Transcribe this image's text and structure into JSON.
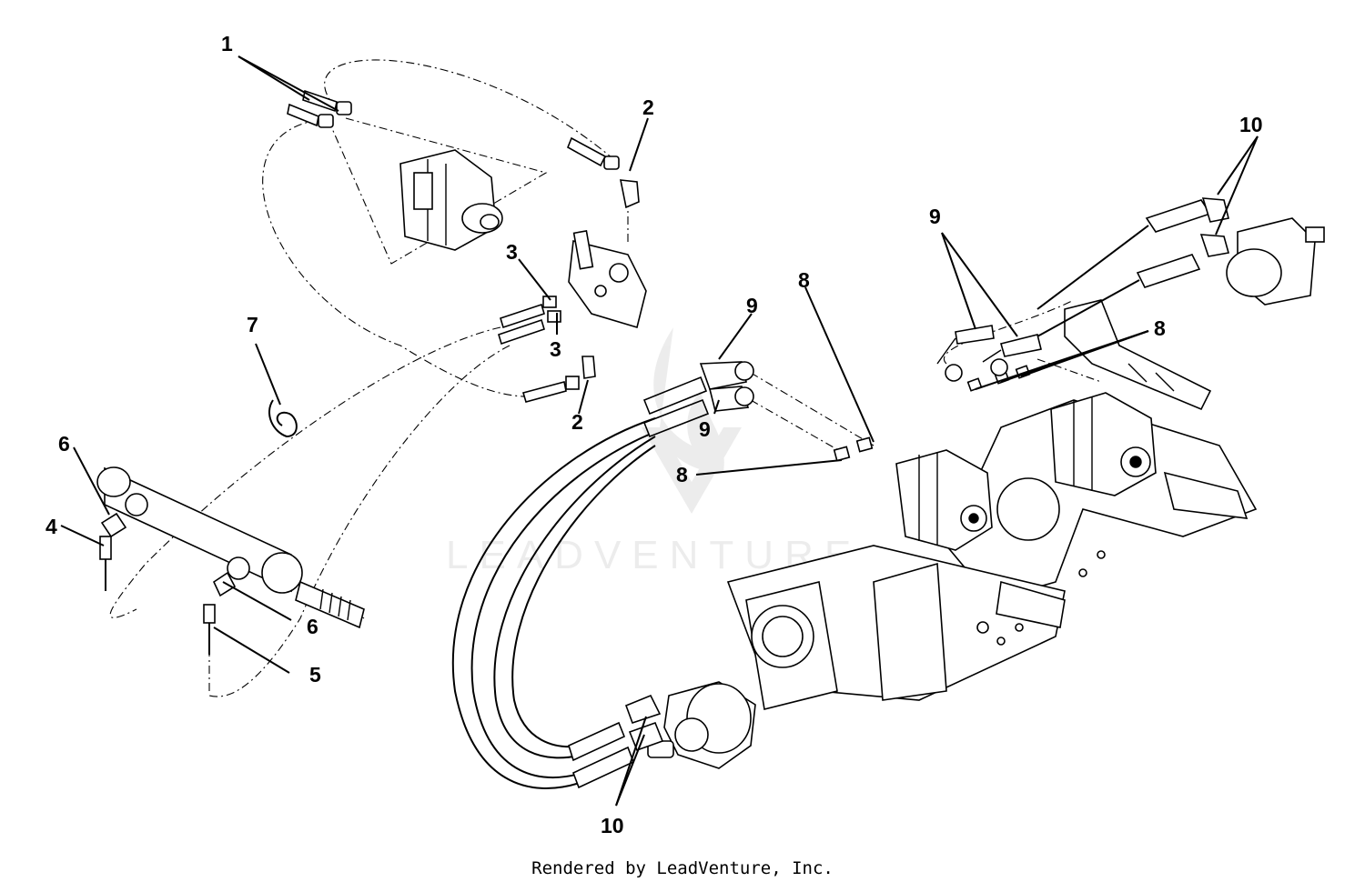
{
  "callouts": {
    "c1": "1",
    "c2a": "2",
    "c2b": "2",
    "c3a": "3",
    "c3b": "3",
    "c4": "4",
    "c5": "5",
    "c6a": "6",
    "c6b": "6",
    "c7": "7",
    "c8a": "8",
    "c8b": "8",
    "c8c": "8",
    "c9a": "9",
    "c9b": "9",
    "c9c": "9",
    "c10a": "10",
    "c10b": "10"
  },
  "watermark": "LEADVENTURE",
  "footer": "Rendered by LeadVenture, Inc."
}
